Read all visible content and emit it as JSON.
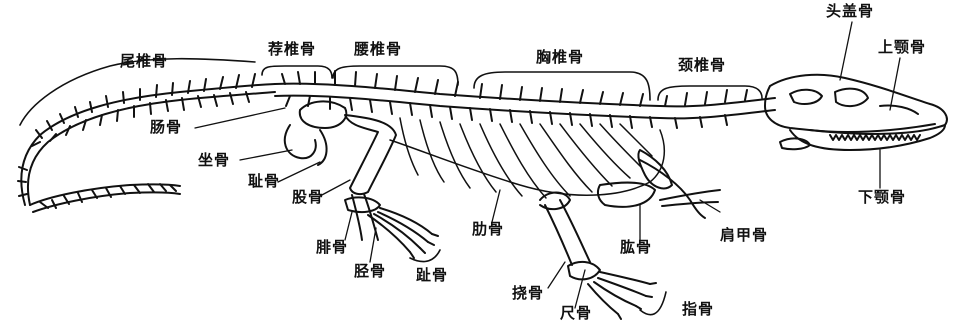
{
  "labels": {
    "tail_vertebrae": "尾椎骨",
    "sacral_vertebrae": "荐椎骨",
    "lumbar_vertebrae": "腰椎骨",
    "thoracic_vertebrae": "胸椎骨",
    "cervical_vertebrae": "颈椎骨",
    "skull": "头盖骨",
    "upper_jaw": "上颚骨",
    "lower_jaw": "下颚骨",
    "ilium": "肠骨",
    "ischium": "坐骨",
    "pubis": "耻骨",
    "femur": "股骨",
    "fibula": "腓骨",
    "tibia": "胫骨",
    "toe_bones": "趾骨",
    "ribs": "肋骨",
    "humerus": "肱骨",
    "scapula": "肩甲骨",
    "radius": "挠骨",
    "ulna": "尺骨",
    "finger_bones": "指骨"
  },
  "colors": {
    "ink": "#111111",
    "paper": "#ffffff"
  }
}
